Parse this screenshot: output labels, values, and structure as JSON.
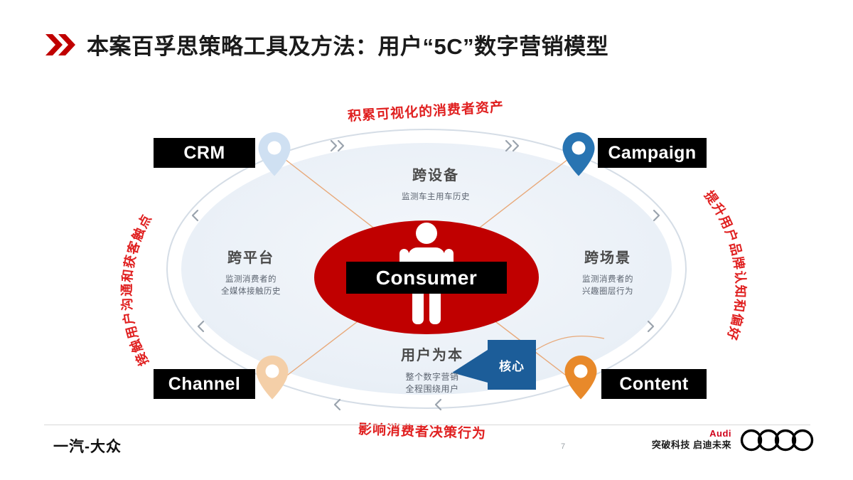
{
  "slide": {
    "title": "本案百孚思策略工具及方法：用户“5C”数字营销模型",
    "page_number": "7"
  },
  "diagram": {
    "corners": [
      {
        "id": "crm",
        "label": "CRM",
        "pin_color": "#cfe0f2"
      },
      {
        "id": "campaign",
        "label": "Campaign",
        "pin_color": "#2874b2"
      },
      {
        "id": "channel",
        "label": "Channel",
        "pin_color": "#f4cfa8"
      },
      {
        "id": "content",
        "label": "Content",
        "pin_color": "#e8892a"
      }
    ],
    "quadrants": [
      {
        "id": "top",
        "heading": "跨设备",
        "sub": "监测车主用车历史"
      },
      {
        "id": "left",
        "heading": "跨平台",
        "sub_line1": "监测消费者的",
        "sub_line2": "全媒体接触历史"
      },
      {
        "id": "right",
        "heading": "跨场景",
        "sub_line1": "监测消费者的",
        "sub_line2": "兴趣圈层行为"
      },
      {
        "id": "bottom",
        "heading": "用户为本",
        "sub_line1": "整个数字营销",
        "sub_line2": "全程围绕用户"
      }
    ],
    "center": {
      "label": "Consumer",
      "icon": "person-icon",
      "ellipse_color": "#c00000"
    },
    "core_callout": {
      "label": "核心",
      "color": "#1c5d99"
    },
    "captions": {
      "top": "积累可视化的消费者资产",
      "bottom": "影响消费者决策行为",
      "left": "接触用户沟通和获客触点",
      "right": "提升用户品牌认知和偏好",
      "color": "#e02020"
    }
  },
  "footer": {
    "brand_left": "一汽-大众",
    "audi_word": "Audi",
    "audi_slogan": "突破科技 启迪未来",
    "rings_icon": "audi-rings-icon"
  }
}
